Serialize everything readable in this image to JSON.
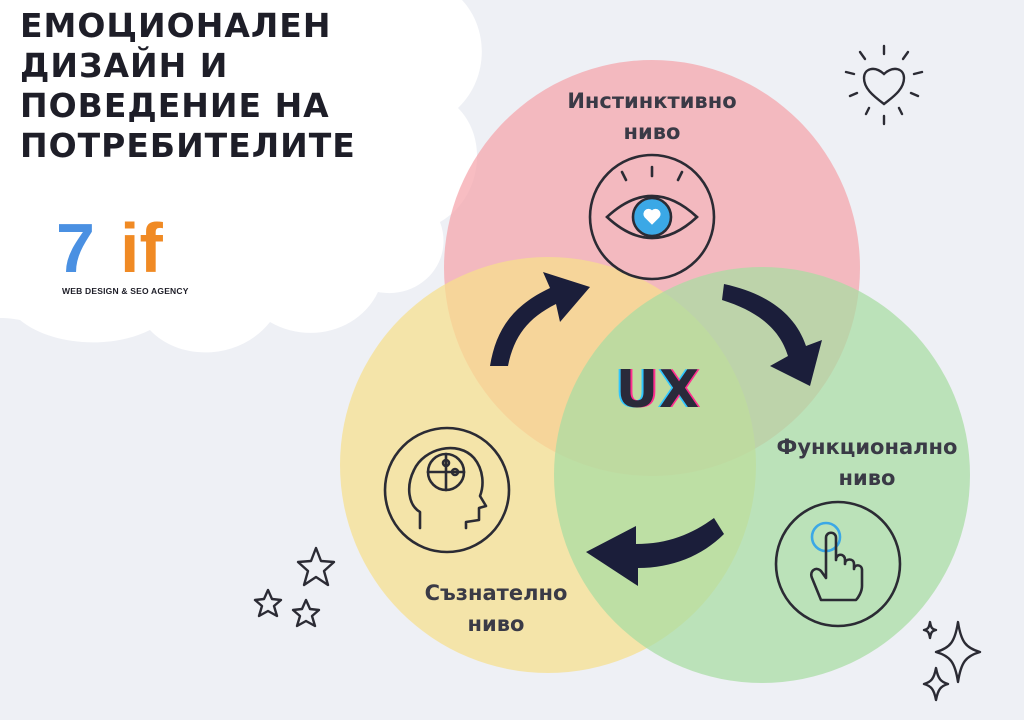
{
  "title": {
    "line1": "ЕМОЦИОНАЛЕН",
    "line2": "ДИЗАЙН И",
    "line3": "ПОВЕДЕНИЕ НА",
    "line4": "ПОТРЕБИТЕЛИТЕ"
  },
  "logo": {
    "number": "7",
    "letters": "if",
    "tagline": "WEB DESIGN & SEO AGENCY"
  },
  "center_label": "UX",
  "levels": {
    "instinctive": {
      "line1": "Инстинктивно",
      "line2": "ниво",
      "icon": "eye-heart-icon",
      "color": "#f5a3ab"
    },
    "functional": {
      "line1": "Функционално",
      "line2": "ниво",
      "icon": "hand-click-icon",
      "color": "#a7dca2"
    },
    "conscious": {
      "line1": "Съзнателно",
      "line2": "ниво",
      "icon": "head-puzzle-icon",
      "color": "#f6df8c"
    }
  },
  "colors": {
    "background": "#eef0f5",
    "blob": "#ffffff",
    "arrow": "#1b1e3a",
    "accent_blue": "#3ba8e6",
    "logo_blue": "#4a90e2",
    "logo_orange": "#f08a24"
  }
}
